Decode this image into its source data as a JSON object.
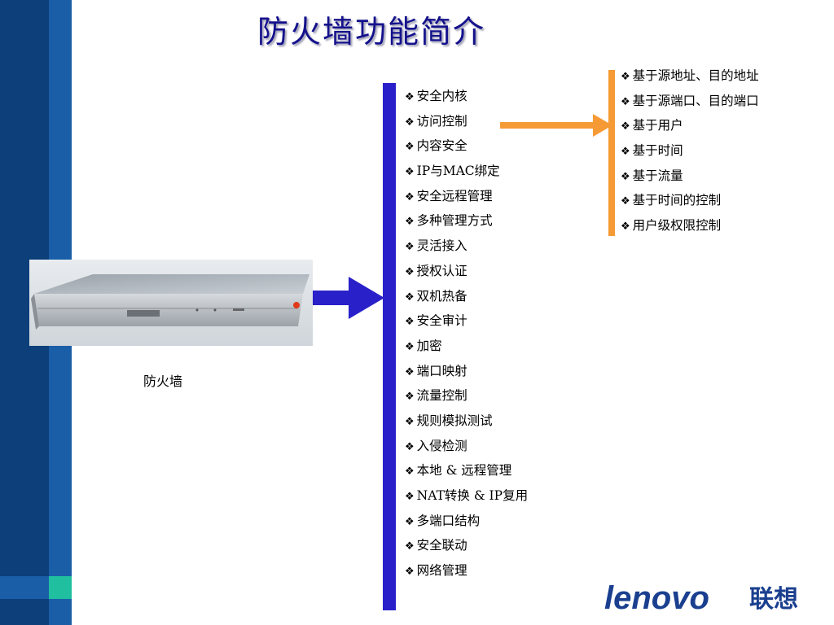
{
  "slide": {
    "title": "防火墙功能简介",
    "device_label": "防火墙",
    "bullet_glyph": "❖",
    "main_features": [
      "安全内核",
      "访问控制",
      "内容安全",
      "IP与MAC绑定",
      "安全远程管理",
      "多种管理方式",
      "灵活接入",
      "授权认证",
      "双机热备",
      "安全审计",
      "加密",
      "端口映射",
      "流量控制",
      "规则模拟测试",
      "入侵检测",
      "本地 & 远程管理",
      "NAT转换 & IP复用",
      "多端口结构",
      "安全联动",
      "网络管理"
    ],
    "access_control_details": [
      "基于源地址、目的地址",
      "基于源端口、目的端口",
      "基于用户",
      "基于时间",
      "基于流量",
      "基于时间的控制",
      "用户级权限控制"
    ],
    "logo": {
      "brand": "lenovo",
      "brand_cn": "联想"
    }
  },
  "colors": {
    "title": "#14118c",
    "blue_bar": "#2a20c9",
    "orange_bar": "#f59a34",
    "sidebar_dark": "#0d3f7a",
    "sidebar_light": "#1a5ea8",
    "accent_green": "#1fbf9f",
    "logo_blue": "#1a3f8f"
  }
}
